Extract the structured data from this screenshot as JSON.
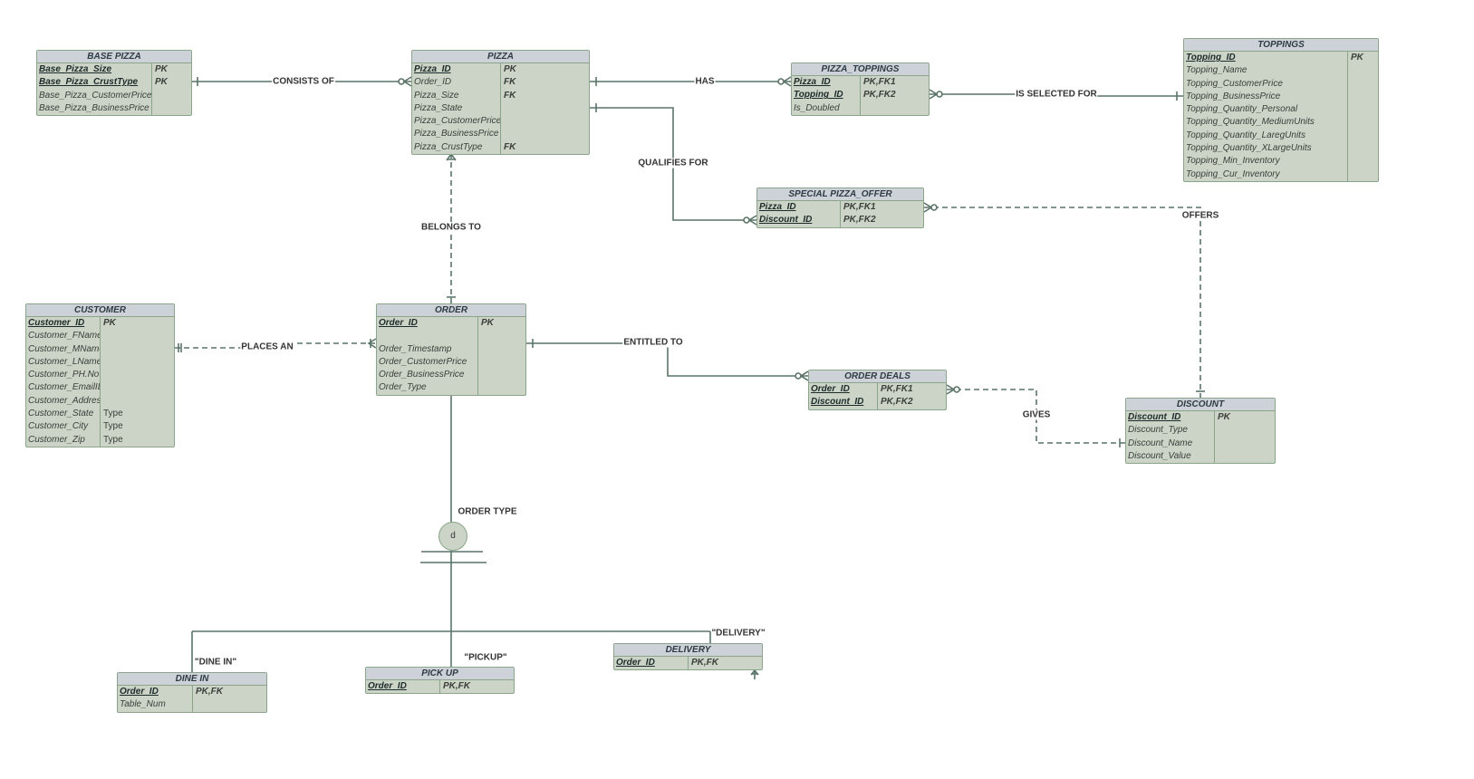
{
  "entities": [
    {
      "title": "BASE PIZZA",
      "rows": [
        {
          "name": "Base_Pizza_Size",
          "key": "PK",
          "pk": true
        },
        {
          "name": "Base_Pizza_CrustType",
          "key": "PK",
          "pk": true
        },
        {
          "name": "Base_Pizza_CustomerPrice",
          "key": ""
        },
        {
          "name": "Base_Pizza_BusinessPrice",
          "key": ""
        }
      ]
    },
    {
      "title": "PIZZA",
      "rows": [
        {
          "name": "Pizza_ID",
          "key": "PK",
          "pk": true
        },
        {
          "name": "Order_ID",
          "key": "FK"
        },
        {
          "name": "Pizza_Size",
          "key": "FK"
        },
        {
          "name": "Pizza_State",
          "key": ""
        },
        {
          "name": "Pizza_CustomerPrice",
          "key": ""
        },
        {
          "name": "Pizza_BusinessPrice",
          "key": ""
        },
        {
          "name": "Pizza_CrustType",
          "key": "FK"
        }
      ]
    },
    {
      "title": "PIZZA_TOPPINGS",
      "rows": [
        {
          "name": "Pizza_ID",
          "key": "PK,FK1",
          "pk": true
        },
        {
          "name": "Topping_ID",
          "key": "PK,FK2",
          "pk": true
        },
        {
          "name": "Is_Doubled",
          "key": ""
        }
      ]
    },
    {
      "title": "TOPPINGS",
      "rows": [
        {
          "name": "Topping_ID",
          "key": "PK",
          "pk": true
        },
        {
          "name": "Topping_Name",
          "key": ""
        },
        {
          "name": "Topping_CustomerPrice",
          "key": ""
        },
        {
          "name": "Topping_BusinessPrice",
          "key": ""
        },
        {
          "name": "Topping_Quantity_Personal",
          "key": ""
        },
        {
          "name": "Topping_Quantity_MediumUnits",
          "key": ""
        },
        {
          "name": "Topping_Quantity_LaregUnits",
          "key": ""
        },
        {
          "name": "Topping_Quantity_XLargeUnits",
          "key": ""
        },
        {
          "name": "Topping_Min_Inventory",
          "key": ""
        },
        {
          "name": "Topping_Cur_Inventory",
          "key": ""
        }
      ]
    },
    {
      "title": "SPECIAL PIZZA_OFFER",
      "rows": [
        {
          "name": "Pizza_ID",
          "key": "PK,FK1",
          "pk": true
        },
        {
          "name": "Discount_ID",
          "key": "PK,FK2",
          "pk": true
        }
      ]
    },
    {
      "title": "CUSTOMER",
      "rows": [
        {
          "name": "Customer_ID",
          "key": "PK",
          "pk": true
        },
        {
          "name": "Customer_FName",
          "key": ""
        },
        {
          "name": "Customer_MName",
          "key": ""
        },
        {
          "name": "Customer_LName",
          "key": ""
        },
        {
          "name": "Customer_PH.No",
          "key": ""
        },
        {
          "name": "Customer_EmailID",
          "key": ""
        },
        {
          "name": "Customer_Address",
          "key": ""
        },
        {
          "name": "Customer_State",
          "key": "Type",
          "plain": true
        },
        {
          "name": "Customer_City",
          "key": "Type",
          "plain": true
        },
        {
          "name": "Customer_Zip",
          "key": "Type",
          "plain": true
        }
      ]
    },
    {
      "title": "ORDER",
      "rows": [
        {
          "name": "Order_ID",
          "key": "PK",
          "pk": true
        },
        {
          "name": "",
          "key": ""
        },
        {
          "name": "Order_Timestamp",
          "key": ""
        },
        {
          "name": "Order_CustomerPrice",
          "key": ""
        },
        {
          "name": "Order_BusinessPrice",
          "key": ""
        },
        {
          "name": "Order_Type",
          "key": ""
        }
      ]
    },
    {
      "title": "ORDER DEALS",
      "rows": [
        {
          "name": "Order_ID",
          "key": "PK,FK1",
          "pk": true
        },
        {
          "name": "Discount_ID",
          "key": "PK,FK2",
          "pk": true
        }
      ]
    },
    {
      "title": "DISCOUNT",
      "rows": [
        {
          "name": "Discount_ID",
          "key": "PK",
          "pk": true
        },
        {
          "name": "Discount_Type",
          "key": ""
        },
        {
          "name": "Discount_Name",
          "key": ""
        },
        {
          "name": "Discount_Value",
          "key": ""
        }
      ]
    },
    {
      "title": "DINE IN",
      "rows": [
        {
          "name": "Order_ID",
          "key": "PK,FK",
          "pk": true
        },
        {
          "name": "Table_Num",
          "key": ""
        }
      ]
    },
    {
      "title": "PICK UP",
      "rows": [
        {
          "name": "Order_ID",
          "key": "PK,FK",
          "pk": true
        }
      ]
    },
    {
      "title": "DELIVERY",
      "rows": [
        {
          "name": "Order_ID",
          "key": "PK,FK",
          "pk": true
        }
      ]
    }
  ],
  "relationships": {
    "consists_of": "CONSISTS OF",
    "has": "HAS",
    "qualifies_for": "QUALIFIES FOR",
    "is_selected_for": "IS SELECTED FOR",
    "offers": "OFFERS",
    "belongs_to": "BELONGS TO",
    "places_an": "PLACES AN",
    "entitled_to": "ENTITLED TO",
    "gives": "GIVES",
    "order_type": "ORDER TYPE"
  },
  "subtypes": {
    "disjoint_symbol": "d",
    "dine_in": "\"DINE IN\"",
    "pickup": "\"PICKUP\"",
    "delivery": "\"DELIVERY\""
  },
  "colors": {
    "line": "#5a7468",
    "entity_body": "#cbd4c6",
    "entity_header": "#ccd2d8",
    "border": "#8aa58a"
  }
}
